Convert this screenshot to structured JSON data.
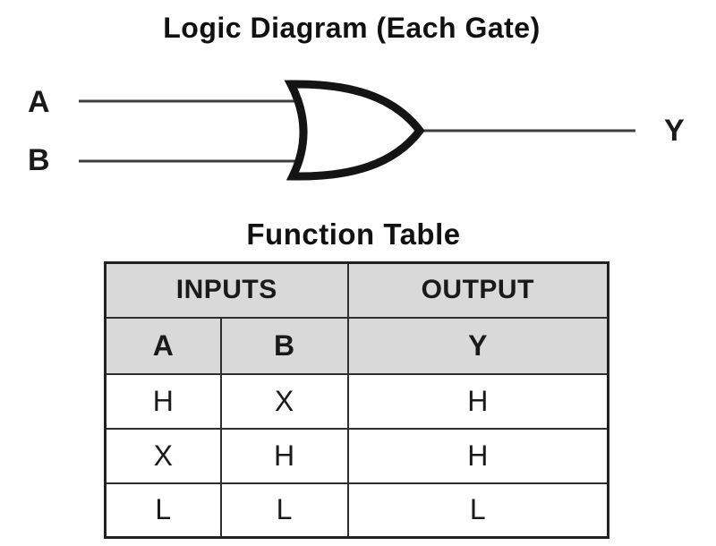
{
  "diagram": {
    "title": "Logic Diagram (Each Gate)",
    "gate_type": "or-gate",
    "input_a_label": "A",
    "input_b_label": "B",
    "output_label": "Y"
  },
  "function_table": {
    "title": "Function Table",
    "group_headers": [
      {
        "label": "INPUTS",
        "span": 2
      },
      {
        "label": "OUTPUT",
        "span": 1
      }
    ],
    "column_headers": [
      "A",
      "B",
      "Y"
    ],
    "rows": [
      [
        "H",
        "X",
        "H"
      ],
      [
        "X",
        "H",
        "H"
      ],
      [
        "L",
        "L",
        "L"
      ]
    ]
  },
  "colors": {
    "header_bg": "#d9d9d9",
    "border": "#2e2e2e",
    "text": "#1a1a1a",
    "wire": "#3d3d3d",
    "gate_stroke": "#141414"
  }
}
